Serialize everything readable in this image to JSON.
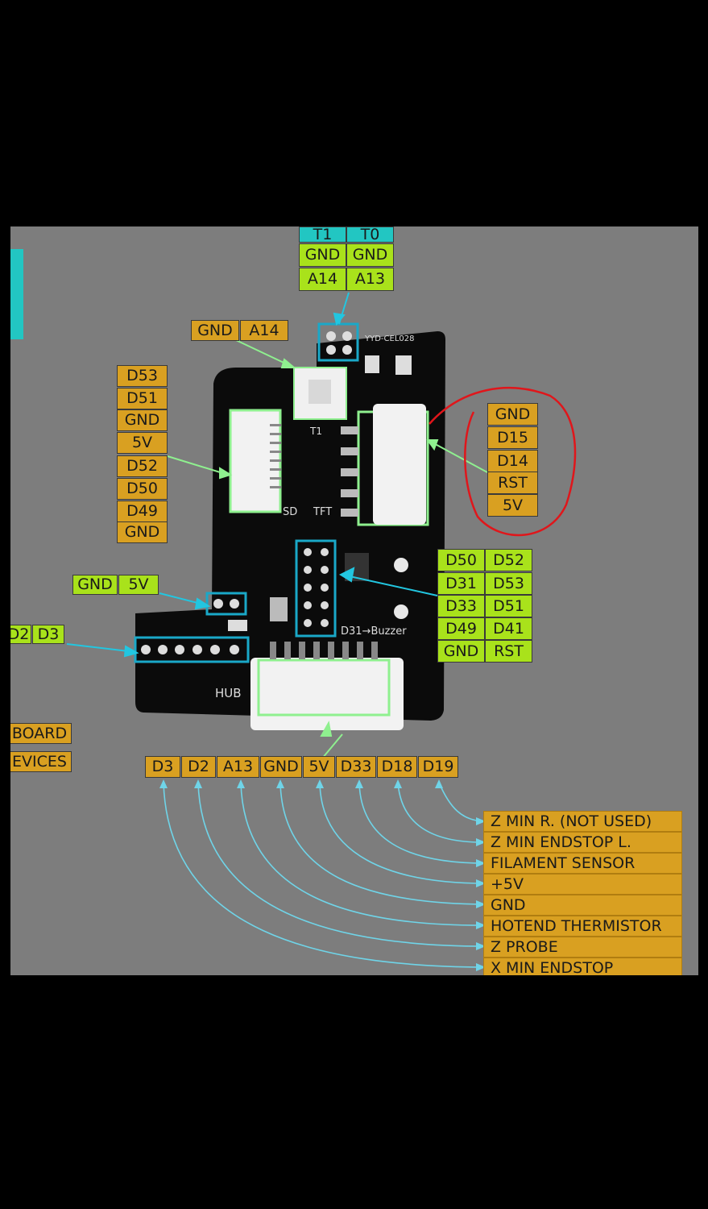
{
  "colors": {
    "orange_label": "#d9a021",
    "green_label": "#a9e21b",
    "cyan_label": "#22c6c2",
    "wire": "#6fd4e8",
    "pointer": "#8ff08f",
    "highlight_circle": "#e0161b"
  },
  "board": {
    "silkscreen_model": "YYD-CEL028",
    "silk_t1": "T1",
    "silk_sd": "SD",
    "silk_tft": "TFT",
    "silk_buzzer": "D31→Buzzer",
    "silk_hub": "HUB"
  },
  "thermistor_table": {
    "header": [
      "T1",
      "T0"
    ],
    "rows": [
      [
        "GND",
        "GND"
      ],
      [
        "A14",
        "A13"
      ]
    ]
  },
  "t1_connector": [
    "GND",
    "A14"
  ],
  "sd_pins": [
    "D53",
    "D51",
    "GND",
    "5V",
    "D52",
    "D50",
    "D49",
    "GND"
  ],
  "tft_pins": [
    "GND",
    "D15",
    "D14",
    "RST",
    "5V"
  ],
  "expansion_header": [
    [
      "D50",
      "D52"
    ],
    [
      "D31",
      "D53"
    ],
    [
      "D33",
      "D51"
    ],
    [
      "D49",
      "D41"
    ],
    [
      "GND",
      "RST"
    ]
  ],
  "power_pins": [
    "GND",
    "5V"
  ],
  "side_pins": [
    "D2",
    "D3"
  ],
  "left_labels": [
    "BOARD",
    "EVICES"
  ],
  "hub_pins": [
    "D3",
    "D2",
    "A13",
    "GND",
    "5V",
    "D33",
    "D18",
    "D19"
  ],
  "hub_functions": [
    "Z MIN R. (NOT USED)",
    "Z MIN ENDSTOP L.",
    "FILAMENT SENSOR",
    "+5V",
    "GND",
    "HOTEND THERMISTOR",
    "Z PROBE",
    "X MIN ENDSTOP"
  ]
}
